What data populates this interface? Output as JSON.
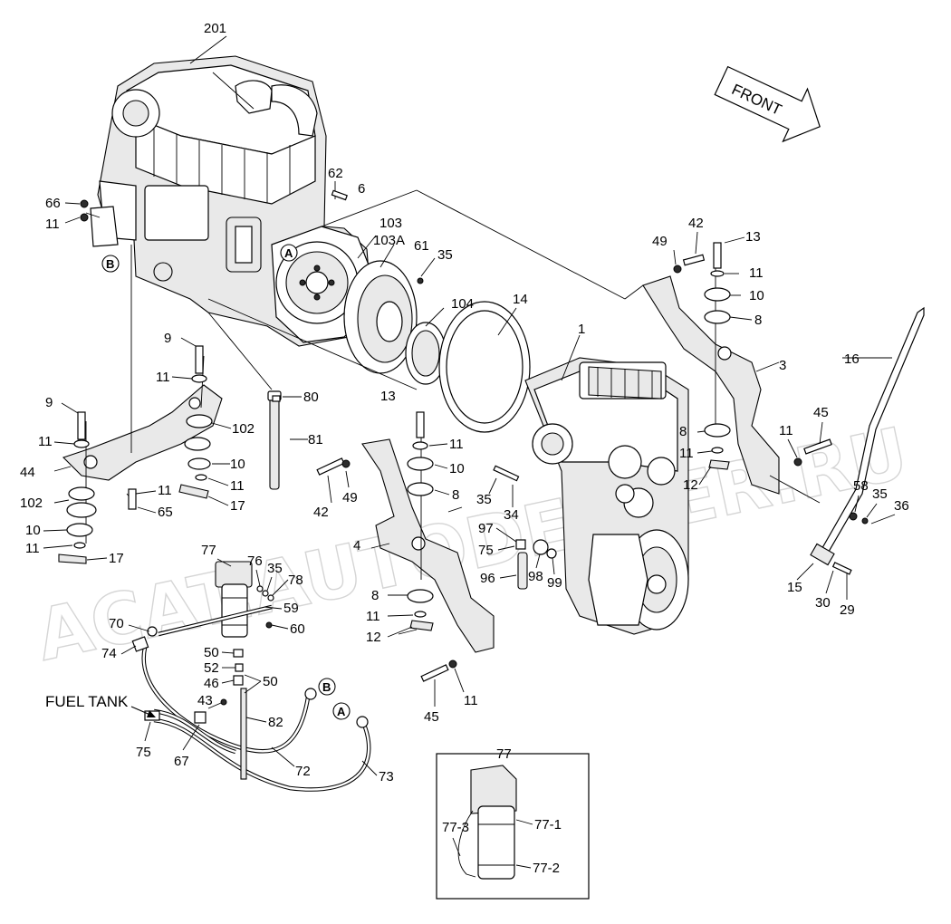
{
  "diagram": {
    "front_label": "FRONT",
    "fuel_tank_label": "FUEL TANK",
    "watermark": "ACAT.AUTODEALER.RU",
    "refs": {
      "a": "A",
      "b": "B"
    },
    "callouts": {
      "c201": "201",
      "c66": "66",
      "c11_a": "11",
      "c62": "62",
      "c6": "6",
      "c103": "103",
      "c103a": "103A",
      "c61": "61",
      "c35_a": "35",
      "c104": "104",
      "c14": "14",
      "c1": "1",
      "c49_a": "49",
      "c42_a": "42",
      "c13_a": "13",
      "c11_b": "11",
      "c10_a": "10",
      "c8_a": "8",
      "c3": "3",
      "c16": "16",
      "c9_a": "9",
      "c11_c": "11",
      "c80": "80",
      "c9_b": "9",
      "c102_a": "102",
      "c81": "81",
      "c11_d": "11",
      "c44": "44",
      "c10_b": "10",
      "c11_e": "11",
      "c102_b": "102",
      "c11_f": "11",
      "c17_a": "17",
      "c65": "65",
      "c10_c": "10",
      "c11_g": "11",
      "c17_b": "17",
      "c13_b": "13",
      "c11_h": "11",
      "c10_d": "10",
      "c8_b": "8",
      "c42_b": "42",
      "c49_b": "49",
      "c35_b": "35",
      "c34": "34",
      "c8_c": "8",
      "c11_i": "11",
      "c12_a": "12",
      "c11_j": "11",
      "c45_a": "45",
      "c58": "58",
      "c35_c": "35",
      "c36": "36",
      "c15": "15",
      "c30": "30",
      "c29": "29",
      "c4": "4",
      "c97": "97",
      "c75_a": "75",
      "c98": "98",
      "c99": "99",
      "c96": "96",
      "c8_d": "8",
      "c11_k": "11",
      "c12_b": "12",
      "c45_b": "45",
      "c11_l": "11",
      "c77_a": "77",
      "c76": "76",
      "c35_d": "35",
      "c78": "78",
      "c59": "59",
      "c60": "60",
      "c70": "70",
      "c74": "74",
      "c50_a": "50",
      "c52": "52",
      "c46": "46",
      "c50_b": "50",
      "c43": "43",
      "c82": "82",
      "c75_b": "75",
      "c67": "67",
      "c72": "72",
      "c73": "73",
      "c77_b": "77",
      "c77_1": "77-1",
      "c77_2": "77-2",
      "c77_3": "77-3"
    }
  }
}
